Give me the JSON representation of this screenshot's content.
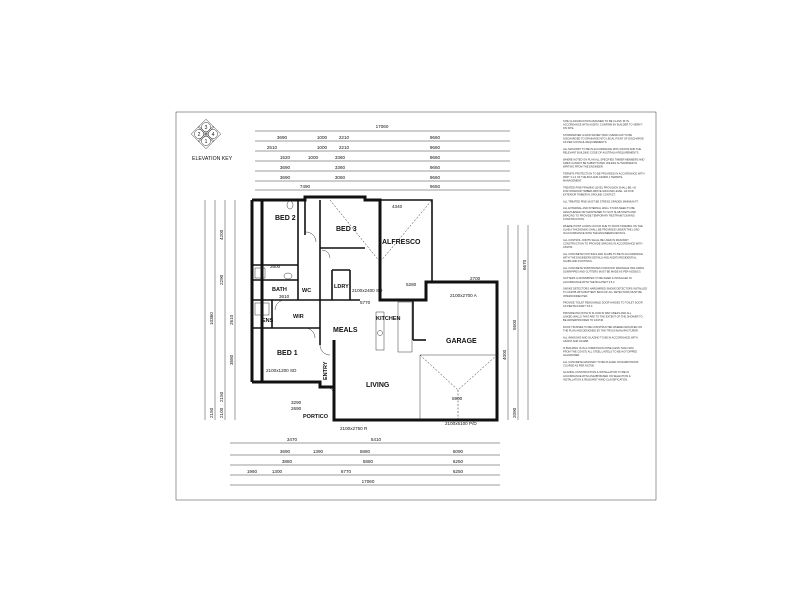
{
  "elevation_key": {
    "title": "ELEVATION KEY",
    "numbers": [
      "1",
      "2",
      "3",
      "4"
    ]
  },
  "rooms": {
    "bed2": "BED 2",
    "bed3": "BED 3",
    "alfresco": "ALFRESCO",
    "bath": "BATH",
    "wc": "WC",
    "lndry": "LDRY",
    "ens": "ENS",
    "wir": "WIR",
    "kitchen": "KITCHEN",
    "meals": "MEALS",
    "bed1": "BED 1",
    "garage": "GARAGE",
    "living": "LIVING",
    "entry": "ENTRY",
    "portico": "PORTICO"
  },
  "dimensions": {
    "top_overall": "17060",
    "top_chain_1": [
      "3690",
      "1000",
      "2210",
      "9660"
    ],
    "top_chain_2": [
      "2510",
      "1000",
      "2210",
      "9660"
    ],
    "top_chain_3": [
      "1520",
      "1000",
      "3360",
      "9660"
    ],
    "top_chain_4": [
      "3690",
      "3360",
      "9660"
    ],
    "top_chain_5": [
      "3690",
      "3060",
      "9660"
    ],
    "top_chain_6": [
      "7490",
      "9650"
    ],
    "bottom_chain_1": [
      "3470",
      "5410"
    ],
    "bottom_chain_2": [
      "3690",
      "1390",
      "5880",
      "6090"
    ],
    "bottom_chain_3": [
      "3880",
      "5880",
      "6250"
    ],
    "bottom_chain_4": [
      "1960",
      "1300",
      "6770",
      "6250"
    ],
    "bottom_overall": "17060",
    "left_side": [
      "4200",
      "2290",
      "2610",
      "3580",
      "10360",
      "2150",
      "2100",
      "2150"
    ],
    "right_side": [
      "6670",
      "5500",
      "4000",
      "2090"
    ],
    "room_dims": [
      "4340",
      "2600",
      "3610",
      "5280",
      "5770",
      "2700",
      "5900",
      "3290",
      "2690"
    ],
    "openings": [
      "2100x2400 SD",
      "2100x1200 SD",
      "2100x5100 P/D",
      "2100x2700 A",
      "2100x2750 R"
    ]
  },
  "notes": [
    "SITE CLASSIFICATION ASSUMED TO BE CLASS 'M' IN ACCORDANCE WITH AS2870. CONFIRM BY BUILDER TO VERIFY ON SITE.",
    "STORMWATER & RAIN WATER TANK OVERFLOW TO BE DISCHARGED TO DRAINAGE INTO LEGAL POINT OF DISCHARGE AS PER COUNCIL REQUIREMENTS.",
    "ALL MASONRY TO BE IN ACCORDANCE WITH AS3700 AND THE RELEVANT BUILDING CODE OF AUSTRALIA REQUIREMENTS.",
    "WHERE NOTED ON PLAN ALL SPECIFIED TIMBER MEMBERS AND SIZES CANNOT BE SUBSTITUTED UNLESS AUTHORISED IN WRITING FROM THE ENGINEER.",
    "TERMITE PROTECTION TO BE PROVIDED IN ACCORDANCE WITH PART 3.1.3 OF THE BCA AND AS3660.1 TERMITE MANAGEMENT.",
    "TREATED PINE FRAMING LEVEL PROVISION SHALL BE: H2 FOR INTERIOR TIMBER ABOVE GROUND LEVEL; H3 FOR EXTERIOR TIMBER IN GROUND CONTACT.",
    "ALL TREATED PINE MUST BE STRESS GRADED MINIMUM F7.",
    "ALL EXTERNAL AND INTERNAL WALL STUDS NEED TO BE LENGTHENED OR SHORTENED TO SUIT SLAB STEPS AND BRACING TO PROVIDE TEMPORARY RESTRAINT DURING CONSTRUCTION.",
    "WHERE POINT LOADS OCCUR DUE TO ROOF FRAMING ON THE SLAB A THICKENING SHALL BE PROVIDED UNDER THE LOAD IN ACCORDANCE WITH THE ENGINEERS DETAILS.",
    "ALL CONTROL JOINTS SHALL BE USED IN MASONRY CONSTRUCTION TO PROVIDE SPACING IN ACCORDANCE WITH AS3700.",
    "ALL CONCRETE FOOTINGS AND SLABS TO BE IN ACCORDANCE WITH THE ENGINEERS DETAILS AND AS2870 RESIDENTIAL SLABS AND FOOTINGS.",
    "ALL CONCRETE SUBSTRATES FOR ROOF DRAINAGE INCLUDING DOWNPIPES AND GUTTERS MUST BE MADE AS PER AS3500.3.",
    "GUTTERS & DOWNPIPES TO BE SIZED & INSTALLED IN ACCORDANCE WITH THE BCA PART 3.5.2.",
    "SMOKE DETECTORS HARDWIRED SMOKE DETECTORS INSTALLED TO AS3786 WITH BATTERY BACKUP. ALL DETECTORS MUST BE INTERCONNECTED.",
    "PROVIDE TOILET REMOVABLE DOOR HINGES TO TOILET DOOR AS PER BCA PART 3.8.3.",
    "PROVIDE PAN WITH IN FLOOR IN WET AREAS AND ALL LINKED WALLS THAT ARE TO THE EXTENT OF THE SHOWER TO BE WATERPROOFED TO AS3740.",
    "ROOF TRUSSES TO BE CONSTRUCTED WHERE INDICATED ON THE PLAN AND DESIGNED BY THE TRUSS MANUFACTURER.",
    "ALL WINDOWS AND GLAZING TO BE IN ACCORDANCE WITH AS2047 AND AS1288.",
    "IF BUILDING IS IN A CORROSION ZONE (LESS THAN 1KM FROM THE COAST) ALL STEEL LINTELS TO BE HOT DIPPED GALVANISED.",
    "ALL CONCRETE MASONRY TO BE PLACED ON DAMP PROOF COURSE AS PER AS3700.",
    "GLAZING CONSTRUCTION & INSTALLATION TO BE IN ACCORDANCE WITH AS1288 BASED ON SELECTION & INSTALLATION & RELEVANT WIND CLASSIFICATION."
  ]
}
